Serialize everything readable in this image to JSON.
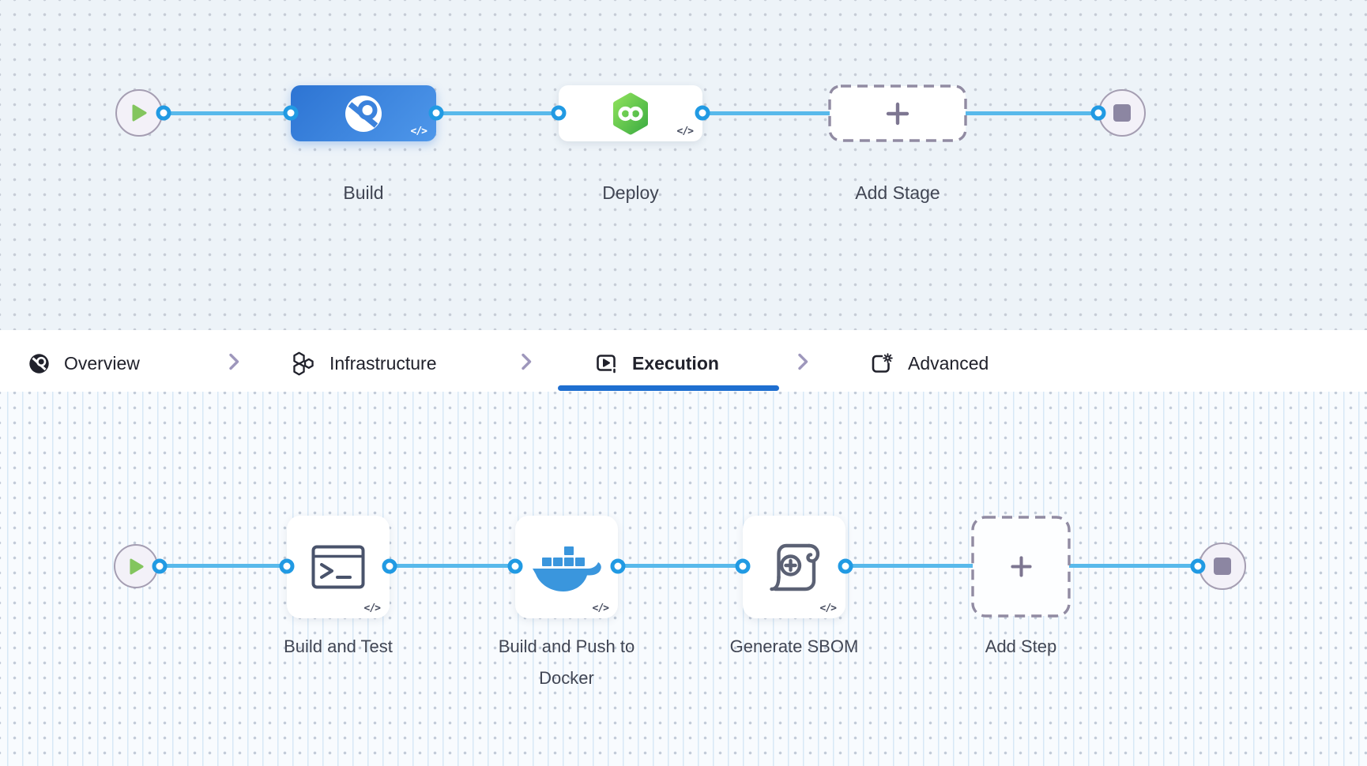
{
  "stage_pipeline": {
    "start_node": "play",
    "end_node": "stop",
    "stages": [
      {
        "id": "build",
        "label": "Build",
        "icon": "harness-ci-icon",
        "code_badge": "</>"
      },
      {
        "id": "deploy",
        "label": "Deploy",
        "icon": "harness-cd-icon",
        "code_badge": "</>"
      },
      {
        "id": "add_stage",
        "label": "Add Stage",
        "icon": "plus-icon"
      }
    ]
  },
  "config_tabs": {
    "items": [
      {
        "id": "overview",
        "label": "Overview",
        "icon": "overview-icon",
        "active": false
      },
      {
        "id": "infrastructure",
        "label": "Infrastructure",
        "icon": "infrastructure-icon",
        "active": false
      },
      {
        "id": "execution",
        "label": "Execution",
        "icon": "execution-icon",
        "active": true
      },
      {
        "id": "advanced",
        "label": "Advanced",
        "icon": "advanced-icon",
        "active": false
      }
    ]
  },
  "step_pipeline": {
    "start_node": "play",
    "end_node": "stop",
    "steps": [
      {
        "id": "build_and_test",
        "label": "Build and Test",
        "icon": "terminal-icon",
        "code_badge": "</>"
      },
      {
        "id": "build_and_push_to_docker",
        "label": "Build and Push to Docker",
        "icon": "docker-icon",
        "code_badge": "</>"
      },
      {
        "id": "generate_sbom",
        "label": "Generate SBOM",
        "icon": "scroll-plus-icon",
        "code_badge": "</>"
      },
      {
        "id": "add_step",
        "label": "Add Step",
        "icon": "plus-icon"
      }
    ]
  },
  "colors": {
    "connector_blue": "#58b9eb",
    "port_border_blue": "#219ae3",
    "stage_card_blue": "#3b82dc",
    "docker_blue": "#3a96dd",
    "harness_green": "#52c247",
    "play_green": "#83c55e",
    "tab_underline_blue": "#1f6fd0",
    "end_square_gray": "#8c86a2"
  }
}
